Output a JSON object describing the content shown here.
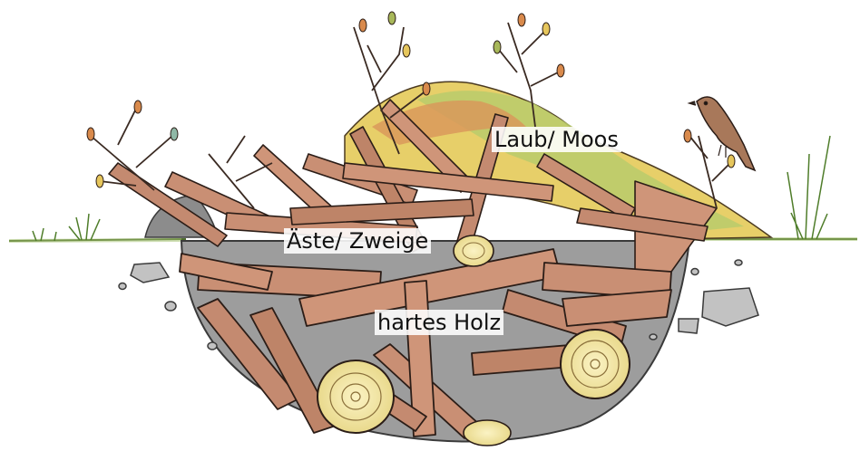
{
  "labels": {
    "leaves_moss": "Laub/ Moos",
    "branches_twigs": "Äste/ Zweige",
    "hard_wood": "hartes Holz"
  },
  "colors": {
    "wood": "#c98f74",
    "wood_dark": "#a8684f",
    "bark_outline": "#2b1d17",
    "log_end": "#f3e6a6",
    "moss_green": "#b7c968",
    "moss_yellow": "#e6c65c",
    "leaves_orange": "#d98a4c",
    "grass": "#6f9a3a",
    "soil_grey": "#8f8f8f",
    "stone": "#b9b9b9",
    "bird": "#a8785a"
  },
  "icons": [
    "bird-icon",
    "grass-tuft-icon",
    "stone-icon",
    "log-end-icon",
    "bare-shrub-icon"
  ]
}
